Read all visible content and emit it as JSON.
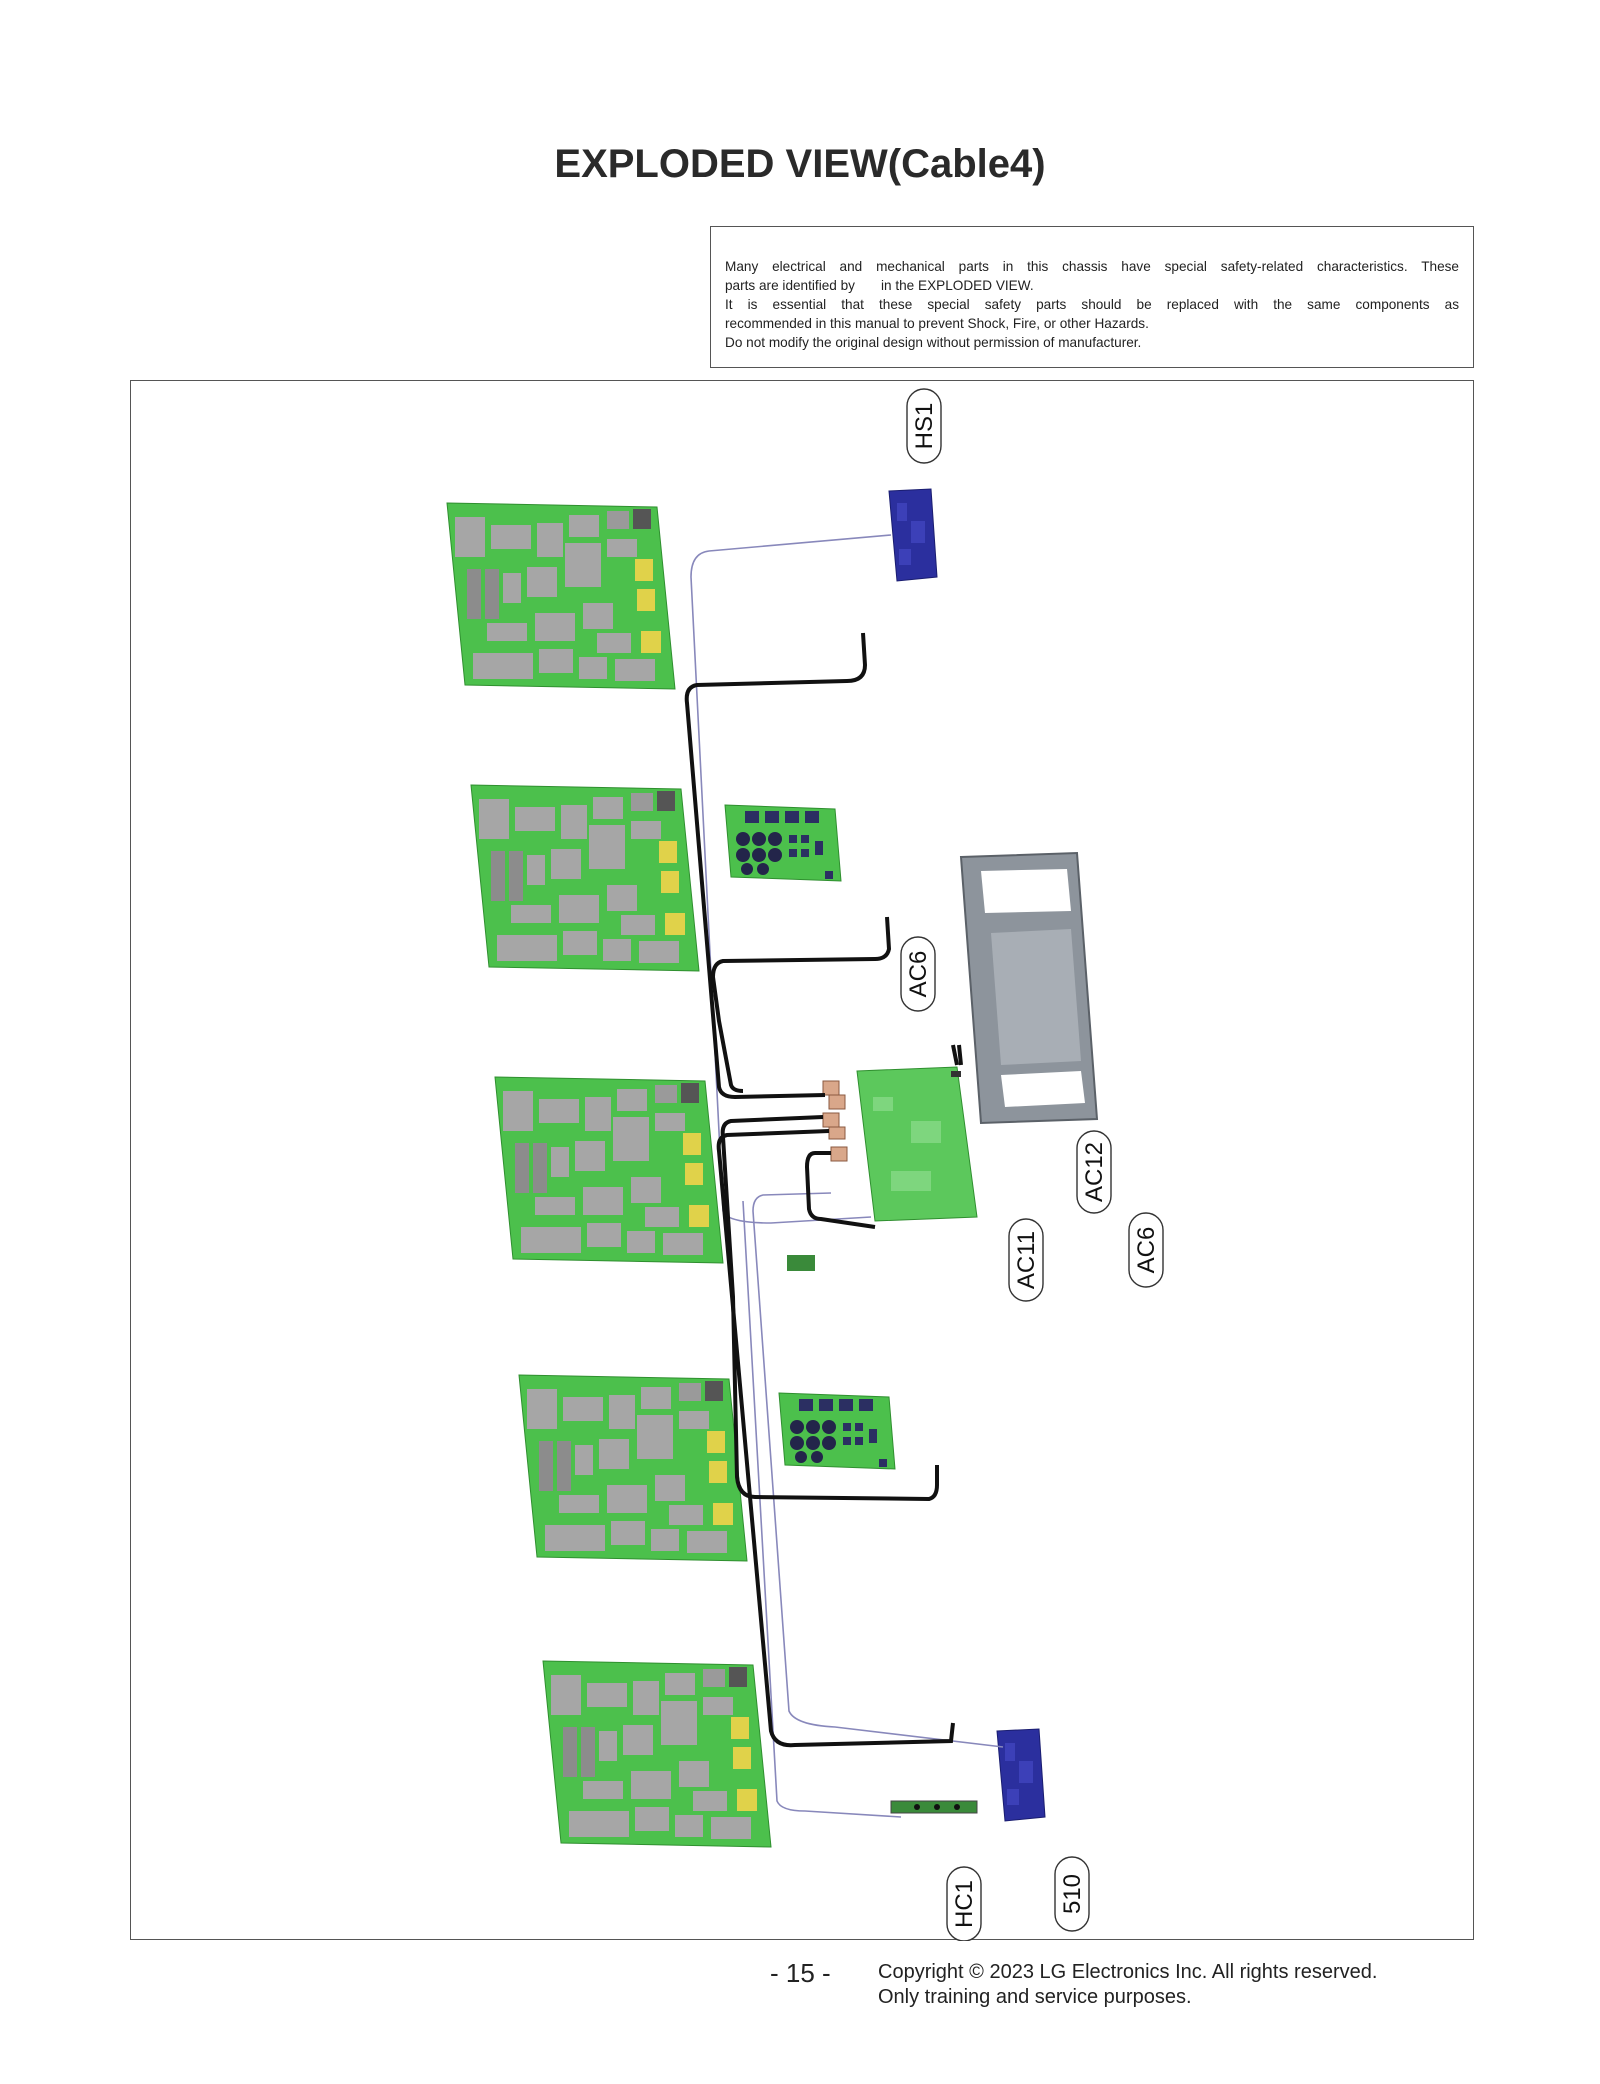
{
  "page": {
    "title": "EXPLODED VIEW(Cable4)",
    "page_number": "- 15 -",
    "copyright_line1": "Copyright © 2023 LG Electronics Inc. All rights reserved.",
    "copyright_line2": "Only training and service purposes."
  },
  "notice": {
    "line1": "Many electrical and mechanical parts in this chassis have special safety-related characteristics. These",
    "line2a": "parts are identified by",
    "line2b": "in the EXPLODED VIEW.",
    "line3": "It is essential that these special safety parts should be replaced with the same components as",
    "line4": "recommended in this manual to prevent Shock, Fire, or other Hazards.",
    "line5": "Do not modify the original design without permission of manufacturer."
  },
  "callouts": {
    "hs1": "HS1",
    "ac6_top": "AC6",
    "ac12": "AC12",
    "ac11": "AC11",
    "ac6_bottom": "AC6",
    "hc1": "HC1",
    "p510": "510"
  },
  "colors": {
    "pcb_green": "#4cc04c",
    "component_gray": "#a6a6a6",
    "connector_blue": "#2b2f9e",
    "cable_black": "#111111",
    "wire_lavender": "#8888bb",
    "bracket_gray": "#8d949c"
  }
}
